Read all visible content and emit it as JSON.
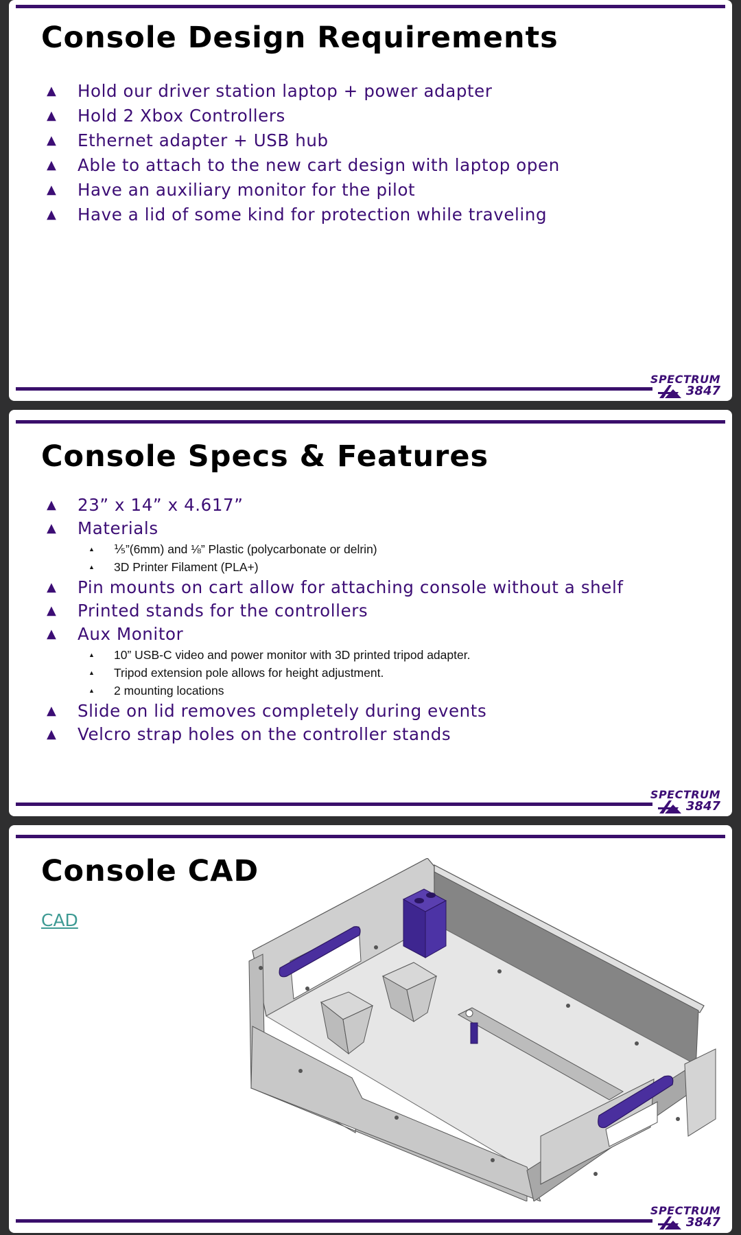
{
  "slides": [
    {
      "title": "Console Design Requirements",
      "bullets": [
        {
          "text": "Hold our driver station laptop + power adapter"
        },
        {
          "text": "Hold 2 Xbox Controllers"
        },
        {
          "text": "Ethernet adapter + USB hub"
        },
        {
          "text": "Able to attach to the new cart design with laptop open"
        },
        {
          "text": "Have an auxiliary monitor for the pilot"
        },
        {
          "text": "Have a lid of some kind for protection while traveling"
        }
      ]
    },
    {
      "title": "Console Specs & Features",
      "bullets": [
        {
          "text": "23” x 14” x 4.617”",
          "sub": []
        },
        {
          "text": "Materials",
          "sub": [
            "⅕”(6mm) and ⅛” Plastic (polycarbonate or delrin)",
            "3D Printer Filament (PLA+)"
          ]
        },
        {
          "text": "Pin mounts on cart allow for attaching console without a shelf",
          "sub": []
        },
        {
          "text": "Printed stands for the controllers",
          "sub": []
        },
        {
          "text": "Aux Monitor",
          "sub": [
            "10” USB-C video and power monitor with 3D printed tripod adapter.",
            "Tripod extension pole allows for height adjustment.",
            "2 mounting locations"
          ]
        },
        {
          "text": "Slide on lid removes completely during events",
          "sub": []
        },
        {
          "text": "Velcro strap holes on the controller stands",
          "sub": []
        }
      ]
    },
    {
      "title": "Console CAD",
      "link": "CAD"
    }
  ],
  "logo": {
    "line1": "SPECTRUM",
    "line2": "3847"
  },
  "bullet_glyph": "▲",
  "sub_bullet_glyph": "▲",
  "colors": {
    "accent": "#3c0d75",
    "link": "#3d9a93",
    "background": "#2f2f30"
  }
}
